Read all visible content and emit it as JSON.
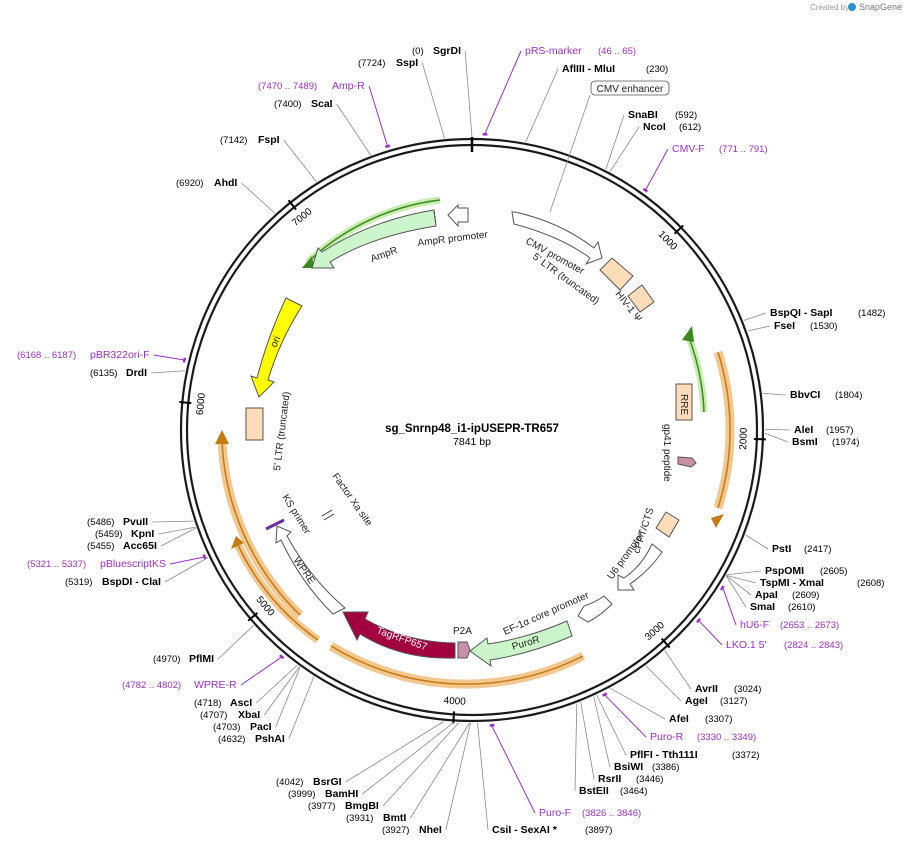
{
  "header": {
    "created_by": "Created by",
    "brand": "SnapGene"
  },
  "plasmid": {
    "name": "sg_Snrnp48_i1-ipUSEPR-TR657",
    "length_label": "7841 bp",
    "length": 7841
  },
  "ticks": [
    {
      "pos": 1000,
      "label": "1000"
    },
    {
      "pos": 2000,
      "label": "2000"
    },
    {
      "pos": 3000,
      "label": "3000"
    },
    {
      "pos": 4000,
      "label": "4000"
    },
    {
      "pos": 5000,
      "label": "5000"
    },
    {
      "pos": 6000,
      "label": "6000"
    },
    {
      "pos": 7000,
      "label": "7000"
    }
  ],
  "sites": [
    {
      "name": "SgrDI",
      "pos_label": "(0)",
      "pos": 0,
      "anchor": "end"
    },
    {
      "name": "SspI",
      "pos_label": "(7724)",
      "pos": 7724,
      "anchor": "end"
    },
    {
      "name": "AflIII  -  MluI",
      "pos_label": "(230)",
      "pos": 230,
      "anchor": "start"
    },
    {
      "name": "ScaI",
      "pos_label": "(7400)",
      "pos": 7400,
      "anchor": "end"
    },
    {
      "name": "SnaBI",
      "pos_label": "(592)",
      "pos": 592,
      "anchor": "start"
    },
    {
      "name": "NcoI",
      "pos_label": "(612)",
      "pos": 612,
      "anchor": "start"
    },
    {
      "name": "FspI",
      "pos_label": "(7142)",
      "pos": 7142,
      "anchor": "end"
    },
    {
      "name": "AhdI",
      "pos_label": "(6920)",
      "pos": 6920,
      "anchor": "end"
    },
    {
      "name": "BspQI  -  SapI",
      "pos_label": "(1482)",
      "pos": 1482,
      "anchor": "start"
    },
    {
      "name": "FseI",
      "pos_label": "(1530)",
      "pos": 1530,
      "anchor": "start"
    },
    {
      "name": "DrdI",
      "pos_label": "(6135)",
      "pos": 6135,
      "anchor": "end"
    },
    {
      "name": "BbvCI",
      "pos_label": "(1804)",
      "pos": 1804,
      "anchor": "start"
    },
    {
      "name": "AleI",
      "pos_label": "(1957)",
      "pos": 1957,
      "anchor": "start"
    },
    {
      "name": "BsmI",
      "pos_label": "(1974)",
      "pos": 1974,
      "anchor": "start"
    },
    {
      "name": "PvuII",
      "pos_label": "(5486)",
      "pos": 5486,
      "anchor": "end"
    },
    {
      "name": "KpnI",
      "pos_label": "(5459)",
      "pos": 5459,
      "anchor": "end"
    },
    {
      "name": "Acc65I",
      "pos_label": "(5455)",
      "pos": 5455,
      "anchor": "end"
    },
    {
      "name": "PstI",
      "pos_label": "(2417)",
      "pos": 2417,
      "anchor": "start"
    },
    {
      "name": "BspDI  -  ClaI",
      "pos_label": "(5319)",
      "pos": 5319,
      "anchor": "end"
    },
    {
      "name": "PspOMI",
      "pos_label": "(2605)",
      "pos": 2605,
      "anchor": "start"
    },
    {
      "name": "TspMI  -  XmaI",
      "pos_label": "(2608)",
      "pos": 2608,
      "anchor": "start"
    },
    {
      "name": "ApaI",
      "pos_label": "(2609)",
      "pos": 2609,
      "anchor": "start"
    },
    {
      "name": "SmaI",
      "pos_label": "(2610)",
      "pos": 2610,
      "anchor": "start"
    },
    {
      "name": "PflMI",
      "pos_label": "(4970)",
      "pos": 4970,
      "anchor": "end"
    },
    {
      "name": "AvrII",
      "pos_label": "(3024)",
      "pos": 3024,
      "anchor": "start"
    },
    {
      "name": "AgeI",
      "pos_label": "(3127)",
      "pos": 3127,
      "anchor": "start"
    },
    {
      "name": "AscI",
      "pos_label": "(4718)",
      "pos": 4718,
      "anchor": "end"
    },
    {
      "name": "XbaI",
      "pos_label": "(4707)",
      "pos": 4707,
      "anchor": "end"
    },
    {
      "name": "PacI",
      "pos_label": "(4703)",
      "pos": 4703,
      "anchor": "end"
    },
    {
      "name": "PshAI",
      "pos_label": "(4632)",
      "pos": 4632,
      "anchor": "end"
    },
    {
      "name": "AfeI",
      "pos_label": "(3307)",
      "pos": 3307,
      "anchor": "start"
    },
    {
      "name": "PflFI  -  Tth111I",
      "pos_label": "(3372)",
      "pos": 3372,
      "anchor": "start"
    },
    {
      "name": "BsiWI",
      "pos_label": "(3386)",
      "pos": 3386,
      "anchor": "start"
    },
    {
      "name": "RsrII",
      "pos_label": "(3446)",
      "pos": 3446,
      "anchor": "start"
    },
    {
      "name": "BstEII",
      "pos_label": "(3464)",
      "pos": 3464,
      "anchor": "start"
    },
    {
      "name": "BsrGI",
      "pos_label": "(4042)",
      "pos": 4042,
      "anchor": "end"
    },
    {
      "name": "BamHI",
      "pos_label": "(3999)",
      "pos": 3999,
      "anchor": "end"
    },
    {
      "name": "BmgBI",
      "pos_label": "(3977)",
      "pos": 3977,
      "anchor": "end"
    },
    {
      "name": "BmtI",
      "pos_label": "(3931)",
      "pos": 3931,
      "anchor": "end"
    },
    {
      "name": "NheI",
      "pos_label": "(3927)",
      "pos": 3927,
      "anchor": "end"
    },
    {
      "name": "CsiI  -  SexAI  *",
      "pos_label": "(3897)",
      "pos": 3897,
      "anchor": "start"
    }
  ],
  "primers": [
    {
      "name": "pRS-marker",
      "range": "(46 .. 65)",
      "pos": 55,
      "anchor": "start"
    },
    {
      "name": "Amp-R",
      "range": "(7470 .. 7489)",
      "pos": 7480,
      "anchor": "end"
    },
    {
      "name": "CMV-F",
      "range": "(771 .. 791)",
      "pos": 781,
      "anchor": "start"
    },
    {
      "name": "pBR322ori-F",
      "range": "(6168 .. 6187)",
      "pos": 6178,
      "anchor": "end"
    },
    {
      "name": "pBluescriptKS",
      "range": "(5321 .. 5337)",
      "pos": 5329,
      "anchor": "end"
    },
    {
      "name": "hU6-F",
      "range": "(2653 .. 2673)",
      "pos": 2663,
      "anchor": "start"
    },
    {
      "name": "LKO.1 5'",
      "range": "(2824 .. 2843)",
      "pos": 2833,
      "anchor": "start"
    },
    {
      "name": "WPRE-R",
      "range": "(4782 .. 4802)",
      "pos": 4792,
      "anchor": "end"
    },
    {
      "name": "Puro-R",
      "range": "(3330 .. 3349)",
      "pos": 3340,
      "anchor": "start"
    },
    {
      "name": "Puro-F",
      "range": "(3826 .. 3846)",
      "pos": 3836,
      "anchor": "start"
    }
  ],
  "features": {
    "cmv_enhancer": "CMV enhancer",
    "cmv_promoter": "CMV promoter",
    "ltr5": "5' LTR (truncated)",
    "hiv_psi": "HIV-1 Ψ",
    "rre": "RRE",
    "gp41": "gp41 peptide",
    "cppt": "cPPT/CTS",
    "u6": "U6 promoter",
    "ef1a": "EF-1α core promoter",
    "puror": "PuroR",
    "p2a": "P2A",
    "tagrfp": "TagRFP657",
    "wpre": "WPRE",
    "ks_primer": "KS primer",
    "factor_xa": "Factor Xa site",
    "ltr3": "5' LTR (truncated)",
    "ori": "ori",
    "ampr": "AmpR",
    "ampr_promoter": "AmpR promoter"
  },
  "colors": {
    "primer": "#9b2fc9",
    "ori": "#ffff00",
    "ampr": "#ccf5cc",
    "tagrfp": "#a3003f",
    "ltr": "#fcdcb9",
    "orange_feature": "#e8a43c",
    "green_feature": "#3b8a1e"
  }
}
